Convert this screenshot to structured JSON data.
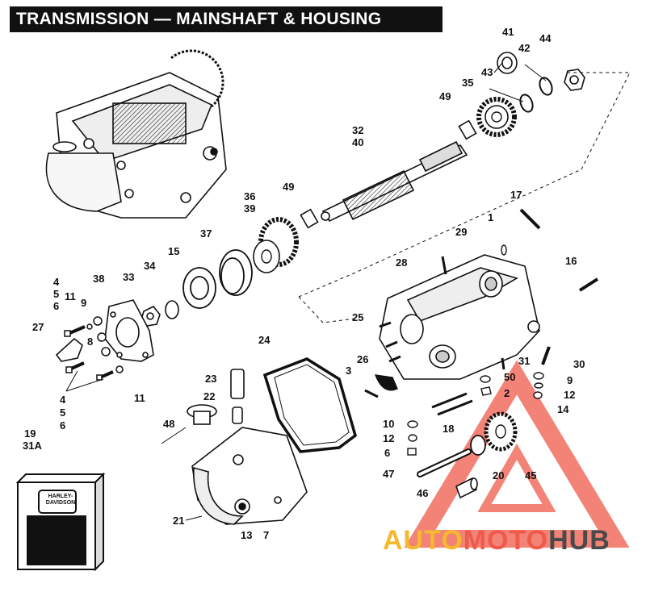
{
  "title": "TRANSMISSION — MAINSHAFT & HOUSING",
  "watermark": {
    "part1": "AUTO",
    "part2": "MOTO",
    "part3": "HUB",
    "colors": {
      "auto": "#F5B82E",
      "moto": "#F05A4A",
      "hub": "#4A4A4A"
    }
  },
  "product_box": {
    "brand_line": "HARLEY-DAVIDSON"
  },
  "callouts": [
    {
      "id": "c41",
      "text": "41"
    },
    {
      "id": "c42",
      "text": "42"
    },
    {
      "id": "c44",
      "text": "44"
    },
    {
      "id": "c43",
      "text": "43"
    },
    {
      "id": "c35",
      "text": "35"
    },
    {
      "id": "c49a",
      "text": "49"
    },
    {
      "id": "c32",
      "text": "32"
    },
    {
      "id": "c40",
      "text": "40"
    },
    {
      "id": "c49b",
      "text": "49"
    },
    {
      "id": "c36",
      "text": "36"
    },
    {
      "id": "c39",
      "text": "39"
    },
    {
      "id": "c17",
      "text": "17"
    },
    {
      "id": "c1",
      "text": "1"
    },
    {
      "id": "c29",
      "text": "29"
    },
    {
      "id": "c37",
      "text": "37"
    },
    {
      "id": "c15",
      "text": "15"
    },
    {
      "id": "c28",
      "text": "28"
    },
    {
      "id": "c16",
      "text": "16"
    },
    {
      "id": "c4a",
      "text": "4"
    },
    {
      "id": "c5a",
      "text": "5"
    },
    {
      "id": "c6a",
      "text": "6"
    },
    {
      "id": "c11a",
      "text": "11"
    },
    {
      "id": "c9",
      "text": "9"
    },
    {
      "id": "c38",
      "text": "38"
    },
    {
      "id": "c33",
      "text": "33"
    },
    {
      "id": "c34",
      "text": "34"
    },
    {
      "id": "c25",
      "text": "25"
    },
    {
      "id": "c27",
      "text": "27"
    },
    {
      "id": "c8",
      "text": "8"
    },
    {
      "id": "c24",
      "text": "24"
    },
    {
      "id": "c26",
      "text": "26"
    },
    {
      "id": "c31",
      "text": "31"
    },
    {
      "id": "c30",
      "text": "30"
    },
    {
      "id": "c3",
      "text": "3"
    },
    {
      "id": "c50",
      "text": "50"
    },
    {
      "id": "c9b",
      "text": "9"
    },
    {
      "id": "c11b",
      "text": "11"
    },
    {
      "id": "c23",
      "text": "23"
    },
    {
      "id": "c2",
      "text": "2"
    },
    {
      "id": "c12a",
      "text": "12"
    },
    {
      "id": "c14",
      "text": "14"
    },
    {
      "id": "c4b",
      "text": "4"
    },
    {
      "id": "c5b",
      "text": "5"
    },
    {
      "id": "c6b",
      "text": "6"
    },
    {
      "id": "c22",
      "text": "22"
    },
    {
      "id": "c18",
      "text": "18"
    },
    {
      "id": "c10",
      "text": "10"
    },
    {
      "id": "c12b",
      "text": "12"
    },
    {
      "id": "c6c",
      "text": "6"
    },
    {
      "id": "c19",
      "text": "19"
    },
    {
      "id": "c31a",
      "text": "31A"
    },
    {
      "id": "c48",
      "text": "48"
    },
    {
      "id": "c47",
      "text": "47"
    },
    {
      "id": "c20",
      "text": "20"
    },
    {
      "id": "c45",
      "text": "45"
    },
    {
      "id": "c46",
      "text": "46"
    },
    {
      "id": "c21",
      "text": "21"
    },
    {
      "id": "c13",
      "text": "13"
    },
    {
      "id": "c7",
      "text": "7"
    }
  ]
}
